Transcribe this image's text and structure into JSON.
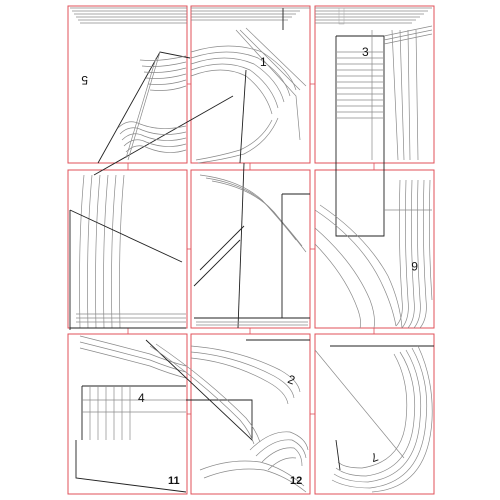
{
  "grid": {
    "cols": 3,
    "rows": 3,
    "border_color": "#e0505a",
    "line_color": "#8a8a8a"
  },
  "page_labels": {
    "p5": "5",
    "p1": "1",
    "p3": "3",
    "p6": "6",
    "p4": "4",
    "p2": "2",
    "p7": "7",
    "p11": "11",
    "p12": "12"
  }
}
